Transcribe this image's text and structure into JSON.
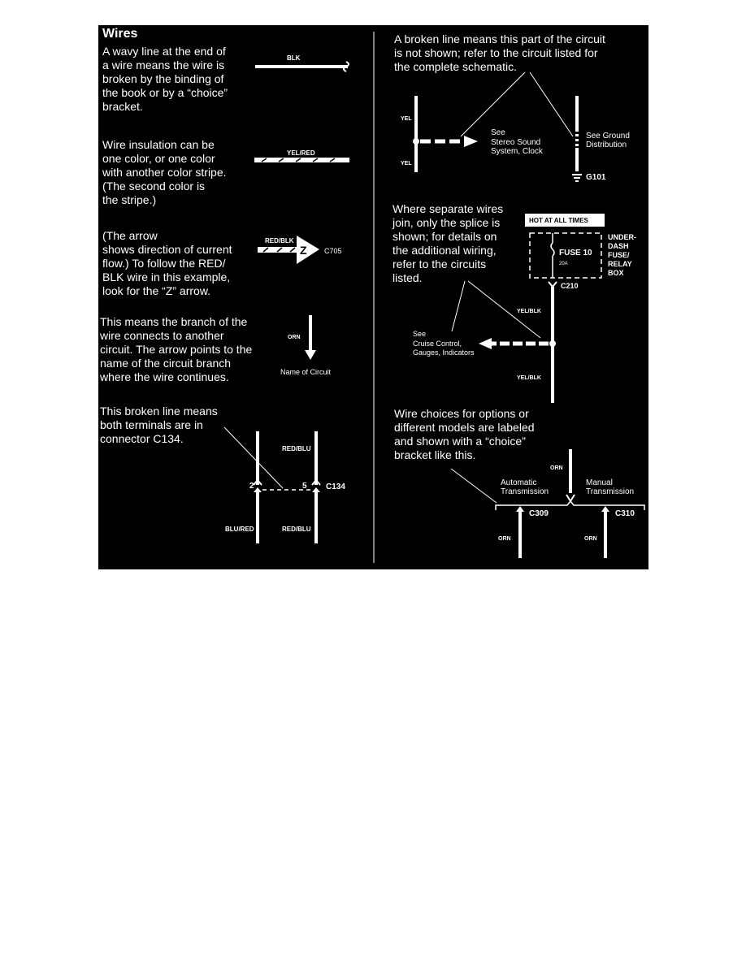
{
  "section_title": "Wires",
  "notes": {
    "wavy_line": "A wavy line at the end of\na wire means the wire is\nbroken by the binding of\nthe book or by a “choice”\nbracket.",
    "insulation": "Wire insulation can be\none color, or one color\nwith another color stripe.\n(The second color is\nthe stripe.)",
    "current_flow": "(The arrow\nshows direction of current\nflow.) To follow the RED/\nBLK wire in this example,\nlook for the “Z” arrow.",
    "branch": "This means the branch of the\nwire connects to another\ncircuit. The arrow points to the\nname of the circuit branch\nwhere the wire continues.",
    "terminals": "This broken line means\nboth terminals are in\nconnector C134.",
    "broken_line": "A broken line means this part of the circuit\nis not shown; refer to the circuit listed for\nthe complete schematic.",
    "splice": "Where separate wires\njoin, only the splice is\nshown; for details on\nthe additional wiring,\nrefer to the circuits\nlisted.",
    "choices": "Wire choices for options or\ndifferent models are labeled\nand shown with a “choice”\nbracket like this."
  },
  "labels": {
    "blk": "BLK",
    "yel_red": "YEL/RED",
    "red_blk": "RED/BLK",
    "z": "Z",
    "c705": "C705",
    "orn": "ORN",
    "name_of_circuit": "Name of Circuit",
    "red_blu": "RED/BLU",
    "blu_red": "BLU/RED",
    "pin_2": "2",
    "pin_5": "5",
    "c134": "C134",
    "yel": "YEL",
    "see_1": "See",
    "see_1b": "Stereo Sound",
    "see_1c": "System, Clock",
    "see_ground_a": "See Ground",
    "see_ground_b": "Distribution",
    "g101": "G101",
    "hot_at_all_times": "HOT AT ALL TIMES",
    "fuse_10": "FUSE 10",
    "fuse_amp": "20A",
    "box_1": "UNDER-",
    "box_2": "DASH",
    "box_3": "FUSE/",
    "box_4": "RELAY",
    "box_5": "BOX",
    "c210": "C210",
    "yel_blk": "YEL/BLK",
    "see_2": "See",
    "see_2b": "Cruise Control,",
    "see_2c": "Gauges, Indicators",
    "automatic_a": "Automatic",
    "automatic_b": "Transmission",
    "manual_a": "Manual",
    "manual_b": "Transmission",
    "c309": "C309",
    "c310": "C310"
  },
  "colors": {
    "background": "#000000",
    "foreground": "#ffffff",
    "page": "#ffffff"
  }
}
